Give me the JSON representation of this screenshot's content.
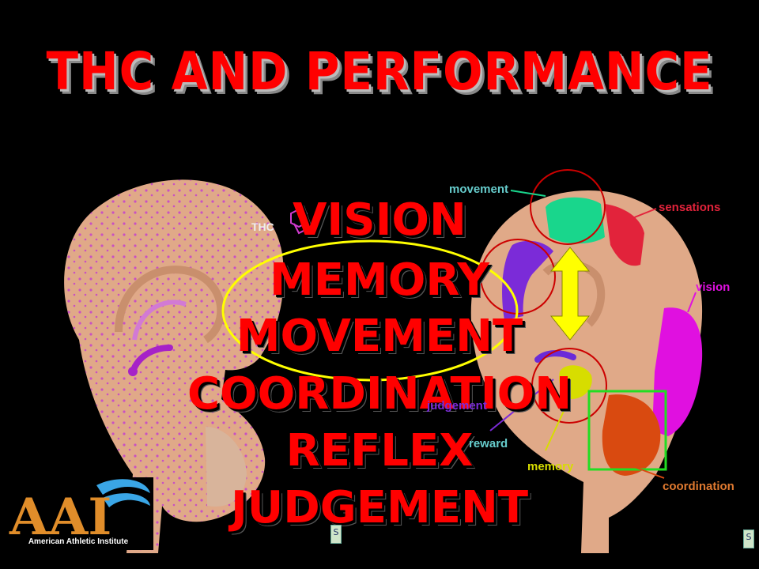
{
  "slide": {
    "title": "THC AND PERFORMANCE",
    "effects": [
      "VISION",
      "MEMORY",
      "MOVEMENT",
      "COORDINATION",
      "REFLEX",
      "JUDGEMENT"
    ]
  },
  "left_brain": {
    "thc_label": "THC"
  },
  "right_brain": {
    "labels": {
      "movement": "movement",
      "sensations": "sensations",
      "vision": "vision",
      "judgement": "judgement",
      "reward": "reward",
      "memory": "memory",
      "coordination": "coordination"
    }
  },
  "logo": {
    "letters": "AAI",
    "name": "American Athletic Institute"
  },
  "nav_icon_glyph": "S",
  "colors": {
    "title": "#ff0000",
    "brain": "#e0a988",
    "movement_region": "#19d68c",
    "sensations_region": "#e2233b",
    "vision_region": "#e010e0",
    "memory_region": "#d7dd00",
    "coordination_region": "#d94a10",
    "highlight_circle": "#cc0000",
    "arrow": "#ffff00",
    "green_box": "#22dd22",
    "label_cyan": "#66cccc"
  }
}
